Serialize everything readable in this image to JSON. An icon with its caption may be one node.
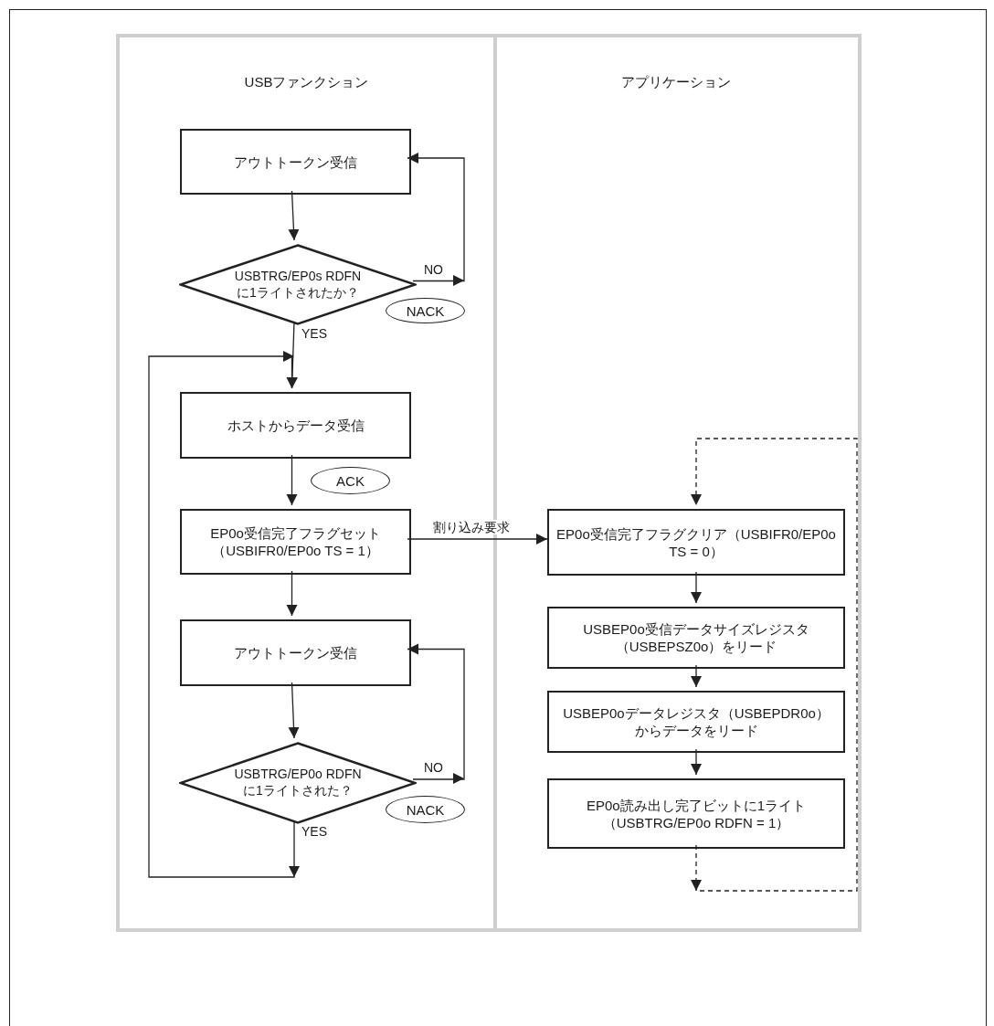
{
  "diagram": {
    "nodes": [
      {
        "text": [
          "USBファンクション"
        ]
      },
      {
        "text": [
          "アウトトークン受信"
        ],
        "in": 0
      },
      {
        "text": [
          "USBTRG/EP0s RDFN に1ライトされたか？"
        ],
        "in": 0
      },
      {
        "text": [
          "NACK"
        ],
        "in": 0
      },
      {
        "text": [
          "ホストからデータ受信"
        ],
        "in": 0
      },
      {
        "text": [
          "ACK"
        ],
        "in": 0
      },
      {
        "text": [
          "EP0o受信完了フラグセット（USBIFR0/EP0o TS = 1）"
        ],
        "in": 0
      },
      {
        "text": [
          "アウトトークン受信"
        ],
        "in": 0
      },
      {
        "text": [
          "USBTRG/EP0o RDFN に1ライトされた？"
        ],
        "in": 0
      },
      {
        "text": [
          "NACK"
        ],
        "in": 0
      },
      {
        "text": [
          "アプリケーション"
        ]
      },
      {
        "text": [
          "EP0o受信完了フラグクリア（USBIFR0/EP0o TS = 0）"
        ],
        "in": 10
      },
      {
        "text": [
          "USBEP0o受信データサイズレジスタ（USBEPSZ0o）をリード"
        ],
        "in": 10
      },
      {
        "text": [
          "USBEP0oデータレジスタ（USBEPDR0o）からデータをリード"
        ],
        "in": 10
      },
      {
        "text": [
          "EP0o読み出し完了ビットに1ライト（USBTRG/EP0o RDFN = 1）"
        ],
        "in": 10
      }
    ],
    "edges": [
      {
        "from": 1,
        "to": 2,
        "arrow": "to"
      },
      {
        "from": 2,
        "to": 1,
        "arrow": "to",
        "label": "NO"
      },
      {
        "from": 2,
        "to": 4,
        "arrow": "to",
        "label": "YES"
      },
      {
        "from": 8,
        "to": 4,
        "arrow": "to",
        "label": "YES"
      },
      {
        "from": 4,
        "to": 6,
        "arrow": "to"
      },
      {
        "from": 6,
        "to": 7,
        "arrow": "to"
      },
      {
        "from": 7,
        "to": 8,
        "arrow": "to"
      },
      {
        "from": 8,
        "to": 7,
        "arrow": "to",
        "label": "NO"
      },
      {
        "from": 6,
        "to": 11,
        "arrow": "to",
        "label": "割り込み要求"
      },
      {
        "from": 11,
        "to": 12,
        "arrow": "to"
      },
      {
        "from": 12,
        "to": 13,
        "arrow": "to"
      },
      {
        "from": 13,
        "to": 14,
        "arrow": "to"
      },
      {
        "from": 14,
        "to": 11,
        "arrow": "to",
        "style": "dashed"
      }
    ]
  }
}
